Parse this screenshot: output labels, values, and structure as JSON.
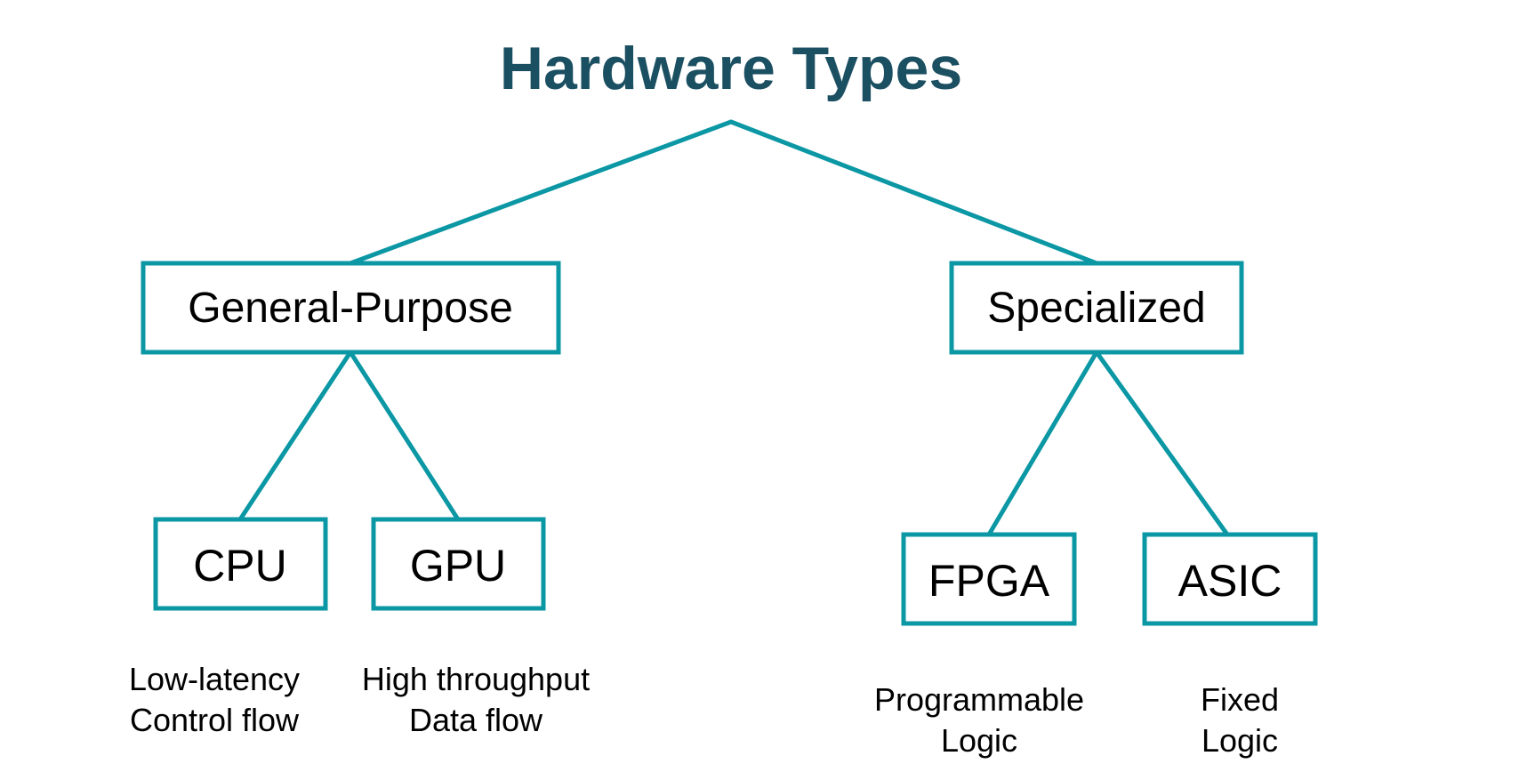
{
  "title": "Hardware Types",
  "colors": {
    "title": "#1b4f62",
    "accent": "#0b97a4",
    "text": "#000000",
    "background": "#ffffff"
  },
  "categories": [
    {
      "label": "General-Purpose",
      "children": [
        {
          "label": "CPU",
          "note": [
            "Low-latency",
            "Control flow"
          ]
        },
        {
          "label": "GPU",
          "note": [
            "High throughput",
            "Data flow"
          ]
        }
      ]
    },
    {
      "label": "Specialized",
      "children": [
        {
          "label": "FPGA",
          "note": [
            "Programmable",
            "Logic"
          ]
        },
        {
          "label": "ASIC",
          "note": [
            "Fixed",
            "Logic"
          ]
        }
      ]
    }
  ]
}
